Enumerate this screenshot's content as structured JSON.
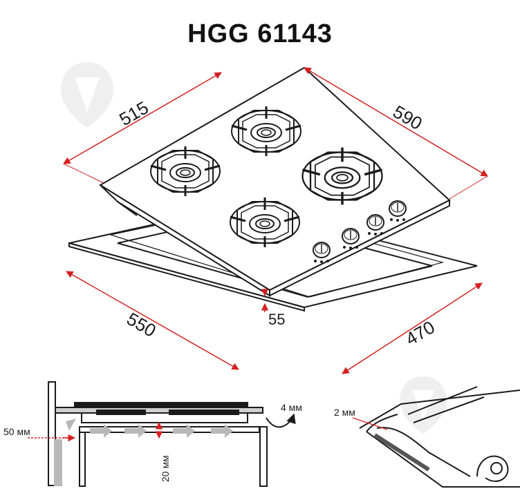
{
  "title": "HGG 61143",
  "dimensions": {
    "width": "590",
    "depth": "515",
    "cutout_width": "550",
    "cutout_depth": "470",
    "height": "55"
  },
  "installation": {
    "side_clearance": "50 мм",
    "gap_under": "20 мм",
    "rear_gap": "4 мм",
    "seal": "2 мм"
  },
  "colors": {
    "dimension_line": "#d42020",
    "drawing": "#1a1a1a",
    "arrow_fill": "#b8b8b8",
    "watermark": "#e2e2e2"
  },
  "icons": [
    "pin-icon-watermark",
    "burner-icon",
    "knob-icon",
    "arrow-icon"
  ]
}
